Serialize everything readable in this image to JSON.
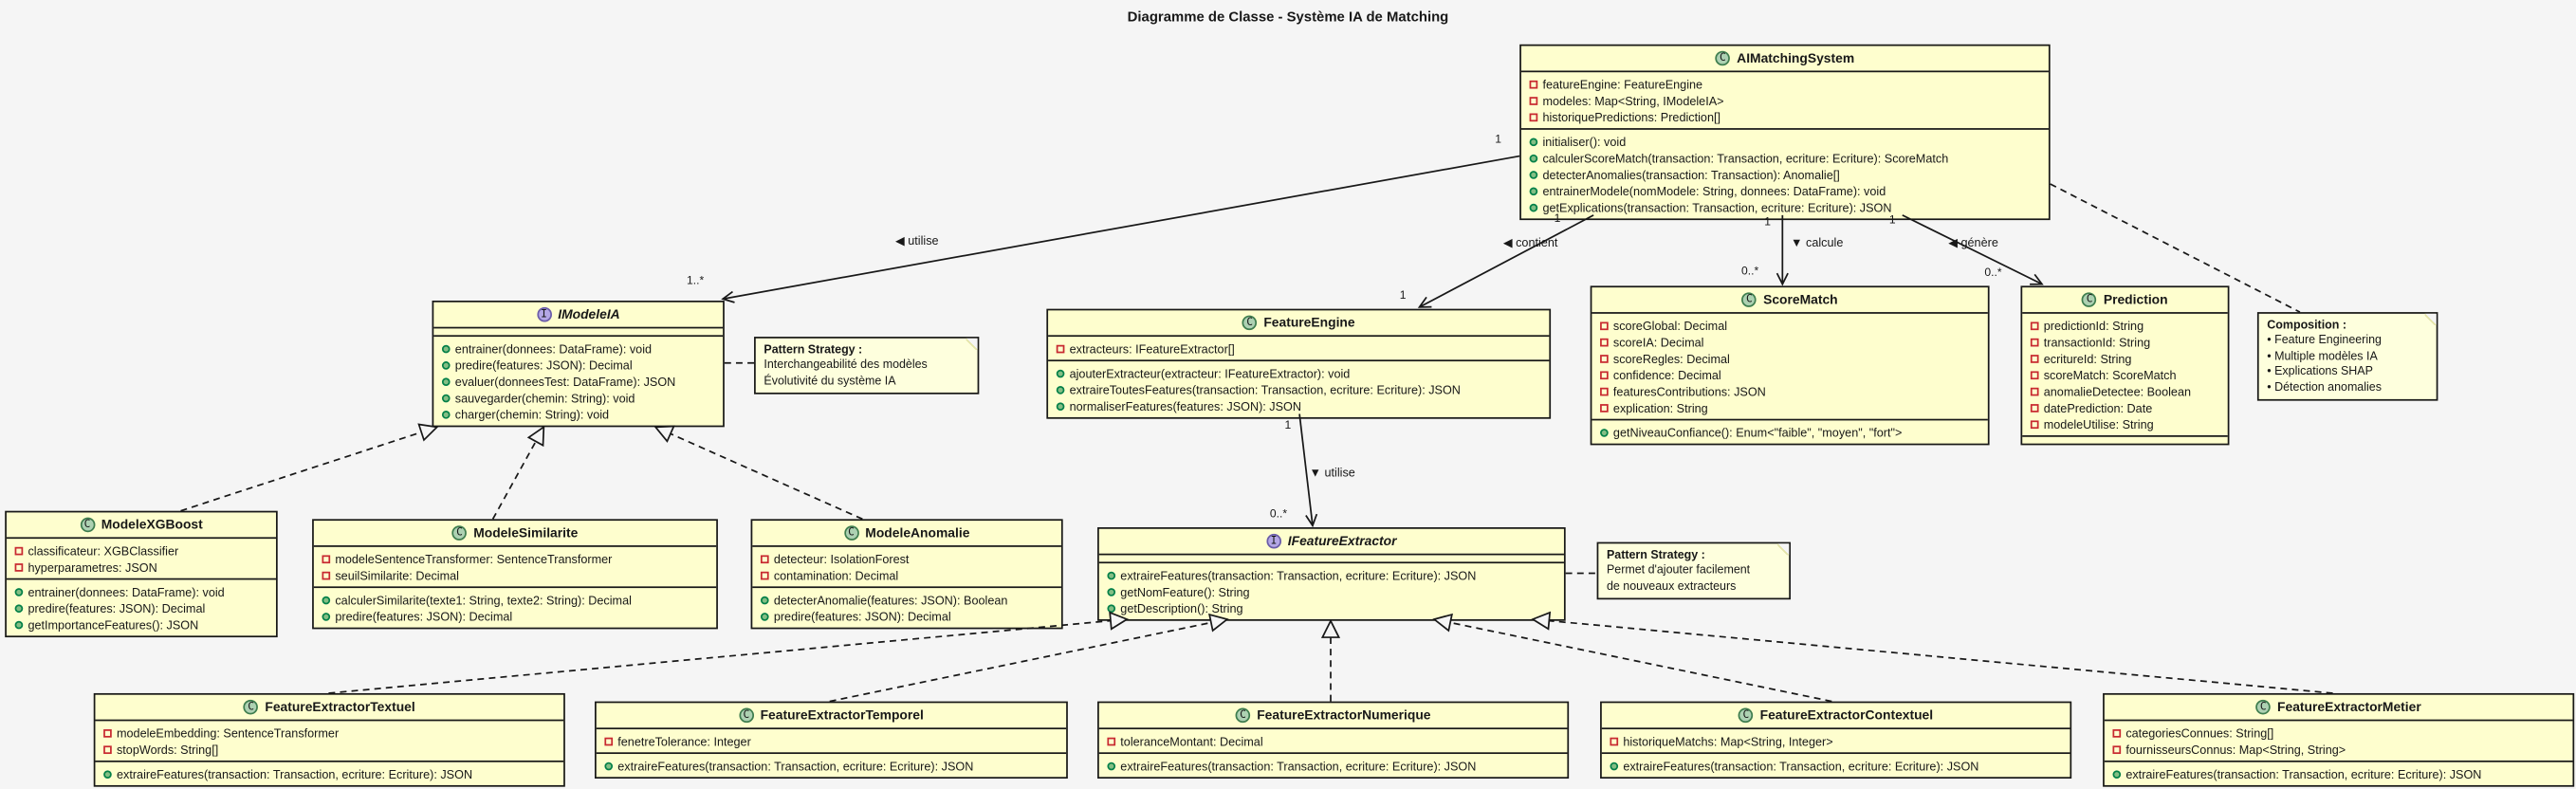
{
  "title": "Diagramme de Classe - Système IA de Matching",
  "classes": {
    "aim": {
      "stereotype": "C",
      "name": "AIMatchingSystem",
      "attributes": [
        "featureEngine: FeatureEngine",
        "modeles: Map<String, IModeleIA>",
        "historiquePredictions: Prediction[]"
      ],
      "methods": [
        "initialiser(): void",
        "calculerScoreMatch(transaction: Transaction, ecriture: Ecriture): ScoreMatch",
        "detecterAnomalies(transaction: Transaction): Anomalie[]",
        "entrainerModele(nomModele: String, donnees: DataFrame): void",
        "getExplications(transaction: Transaction, ecriture: Ecriture): JSON"
      ]
    },
    "imodele": {
      "stereotype": "I",
      "name": "IModeleIA",
      "attributes": [],
      "methods": [
        "entrainer(donnees: DataFrame): void",
        "predire(features: JSON): Decimal",
        "evaluer(donneesTest: DataFrame): JSON",
        "sauvegarder(chemin: String): void",
        "charger(chemin: String): void"
      ]
    },
    "engine": {
      "stereotype": "C",
      "name": "FeatureEngine",
      "attributes": [
        "extracteurs: IFeatureExtractor[]"
      ],
      "methods": [
        "ajouterExtracteur(extracteur: IFeatureExtractor): void",
        "extraireToutesFeatures(transaction: Transaction, ecriture: Ecriture): JSON",
        "normaliserFeatures(features: JSON): JSON"
      ]
    },
    "score": {
      "stereotype": "C",
      "name": "ScoreMatch",
      "attributes": [
        "scoreGlobal: Decimal",
        "scoreIA: Decimal",
        "scoreRegles: Decimal",
        "confidence: Decimal",
        "featuresContributions: JSON",
        "explication: String"
      ],
      "methods": [
        "getNiveauConfiance(): Enum<\"faible\", \"moyen\", \"fort\">"
      ]
    },
    "prediction": {
      "stereotype": "C",
      "name": "Prediction",
      "attributes": [
        "predictionId: String",
        "transactionId: String",
        "ecritureId: String",
        "scoreMatch: ScoreMatch",
        "anomalieDetectee: Boolean",
        "datePrediction: Date",
        "modeleUtilise: String"
      ],
      "methods": []
    },
    "xgboost": {
      "stereotype": "C",
      "name": "ModeleXGBoost",
      "attributes": [
        "classificateur: XGBClassifier",
        "hyperparametres: JSON"
      ],
      "methods": [
        "entrainer(donnees: DataFrame): void",
        "predire(features: JSON): Decimal",
        "getImportanceFeatures(): JSON"
      ]
    },
    "similarite": {
      "stereotype": "C",
      "name": "ModeleSimilarite",
      "attributes": [
        "modeleSentenceTransformer: SentenceTransformer",
        "seuilSimilarite: Decimal"
      ],
      "methods": [
        "calculerSimilarite(texte1: String, texte2: String): Decimal",
        "predire(features: JSON): Decimal"
      ]
    },
    "anomalie": {
      "stereotype": "C",
      "name": "ModeleAnomalie",
      "attributes": [
        "detecteur: IsolationForest",
        "contamination: Decimal"
      ],
      "methods": [
        "detecterAnomalie(features: JSON): Boolean",
        "predire(features: JSON): Decimal"
      ]
    },
    "iextractor": {
      "stereotype": "I",
      "name": "IFeatureExtractor",
      "attributes": [],
      "methods": [
        "extraireFeatures(transaction: Transaction, ecriture: Ecriture): JSON",
        "getNomFeature(): String",
        "getDescription(): String"
      ]
    },
    "extTextuel": {
      "stereotype": "C",
      "name": "FeatureExtractorTextuel",
      "attributes": [
        "modeleEmbedding: SentenceTransformer",
        "stopWords: String[]"
      ],
      "methods": [
        "extraireFeatures(transaction: Transaction, ecriture: Ecriture): JSON"
      ]
    },
    "extTemporel": {
      "stereotype": "C",
      "name": "FeatureExtractorTemporel",
      "attributes": [
        "fenetreTolerance: Integer"
      ],
      "methods": [
        "extraireFeatures(transaction: Transaction, ecriture: Ecriture): JSON"
      ]
    },
    "extNumerique": {
      "stereotype": "C",
      "name": "FeatureExtractorNumerique",
      "attributes": [
        "toleranceMontant: Decimal"
      ],
      "methods": [
        "extraireFeatures(transaction: Transaction, ecriture: Ecriture): JSON"
      ]
    },
    "extContextuel": {
      "stereotype": "C",
      "name": "FeatureExtractorContextuel",
      "attributes": [
        "historiqueMatchs: Map<String, Integer>"
      ],
      "methods": [
        "extraireFeatures(transaction: Transaction, ecriture: Ecriture): JSON"
      ]
    },
    "extMetier": {
      "stereotype": "C",
      "name": "FeatureExtractorMetier",
      "attributes": [
        "categoriesConnues: String[]",
        "fournisseursConnus: Map<String, String>"
      ],
      "methods": [
        "extraireFeatures(transaction: Transaction, ecriture: Ecriture): JSON"
      ]
    }
  },
  "notes": {
    "strategy_models": {
      "title": "Pattern Strategy :",
      "lines": [
        "Interchangeabilité des modèles",
        "Évolutivité du système IA"
      ]
    },
    "composition": {
      "title": "Composition :",
      "lines": [
        "• Feature Engineering",
        "• Multiple modèles IA",
        "• Explications SHAP",
        "• Détection anomalies"
      ]
    },
    "strategy_extractors": {
      "title": "Pattern Strategy :",
      "lines": [
        "Permet d'ajouter facilement",
        "de nouveaux extracteurs"
      ]
    }
  },
  "edges": {
    "uses_model": {
      "label": "◀ utilise",
      "source_mult": "1",
      "target_mult": "1..*"
    },
    "contains_engine": {
      "label": "◀ contient",
      "source_mult": "1",
      "target_mult": "1"
    },
    "computes_score": {
      "label": "▼ calcule",
      "source_mult": "1",
      "target_mult": "0..*"
    },
    "generates_prediction": {
      "label": "◀ génère",
      "source_mult": "1",
      "target_mult": "0..*"
    },
    "uses_extractor": {
      "label": "▼ utilise",
      "source_mult": "1",
      "target_mult": "0..*"
    }
  }
}
